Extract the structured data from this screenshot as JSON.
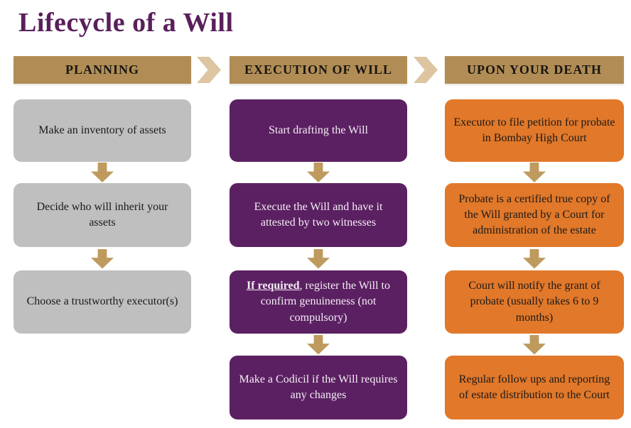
{
  "title": "Lifecycle of a Will",
  "colors": {
    "title": "#5a1f5b",
    "header_bg": "#b18d55",
    "header_text": "#181512",
    "chevron": "#dcc5a0",
    "arrow": "#bf9a5e",
    "gray_box": "#bfbfbf",
    "purple_box": "#5b2062",
    "orange_box": "#e1782a",
    "dark_text": "#1c1a18",
    "light_text": "#f4eef4"
  },
  "columns": [
    {
      "header": "PLANNING",
      "boxes": [
        {
          "text": "Make an inventory of assets"
        },
        {
          "text": "Decide who will inherit your assets"
        },
        {
          "text": "Choose a trustworthy executor(s)"
        }
      ]
    },
    {
      "header": "EXECUTION OF WILL",
      "boxes": [
        {
          "text": "Start drafting the Will"
        },
        {
          "text": "Execute the Will and have it attested by two witnesses"
        },
        {
          "lead": "If required",
          "rest": ", register the Will to confirm genuineness (not compulsory)"
        },
        {
          "text": "Make a Codicil if the Will requires any changes"
        }
      ]
    },
    {
      "header": "UPON YOUR DEATH",
      "boxes": [
        {
          "text": "Executor to file petition for probate in Bombay High Court"
        },
        {
          "text": "Probate is a certified true copy of the Will granted by a Court for administration of the estate"
        },
        {
          "text": "Court will notify the grant of probate (usually takes 6 to 9 months)"
        },
        {
          "text": "Regular follow ups and reporting of estate distribution to the Court"
        }
      ]
    }
  ]
}
